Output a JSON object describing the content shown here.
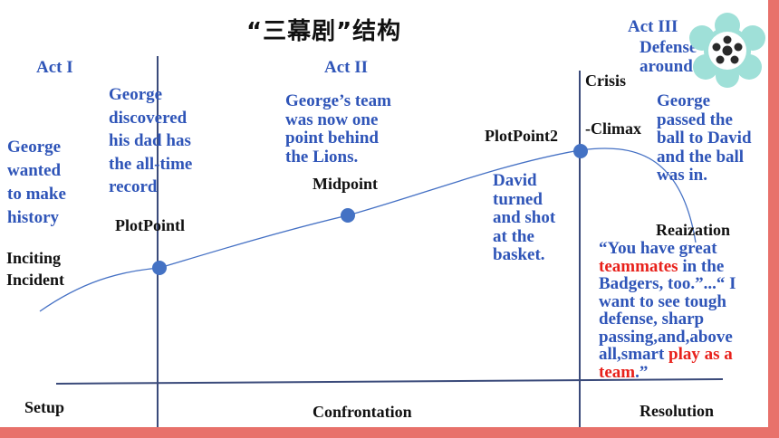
{
  "title": "“三幕剧”结构",
  "acts": {
    "act1": "Act I",
    "act2": "Act II",
    "act3": "Act III"
  },
  "act3_text": [
    "Defense",
    "around"
  ],
  "george_wanted": [
    "George",
    "wanted",
    "to make",
    "history"
  ],
  "george_discovered": [
    "George",
    "discovered",
    "his dad has",
    "the all-time",
    "record"
  ],
  "team_behind": [
    "George’s team",
    "was now one",
    "point behind",
    "the Lions."
  ],
  "david_turned": [
    "David",
    "turned",
    "and shot",
    "at the",
    "basket."
  ],
  "george_passed": [
    "George",
    "passed the",
    "ball to David",
    "and the ball",
    "was in."
  ],
  "labels": {
    "inciting": [
      "Inciting",
      "Incident"
    ],
    "plotpoint1": "PlotPointl",
    "midpoint": "Midpoint",
    "plotpoint2": "PlotPoint2",
    "crisis": "Crisis",
    "climax": "-Climax",
    "realization": "Reaization"
  },
  "quote": {
    "line1": "“You have great",
    "line2_red": "teammates",
    "line2_rest": " in the",
    "line3": "Badgers, too.”...“ I",
    "line4": "want to see tough",
    "line5": "defense, sharp",
    "line6": "passing,and,above",
    "line7_start": "all,smart ",
    "line7_red": "play as a",
    "line8_red": "team",
    "line8_rest": ".”"
  },
  "stages": {
    "setup": "Setup",
    "confrontation": "Confrontation",
    "resolution": "Resolution"
  },
  "colors": {
    "accent_blue": "#2f55b8",
    "highlight_red": "#e8211b",
    "frame_coral": "#e8716b",
    "badge_teal": "#9fe0d8"
  }
}
